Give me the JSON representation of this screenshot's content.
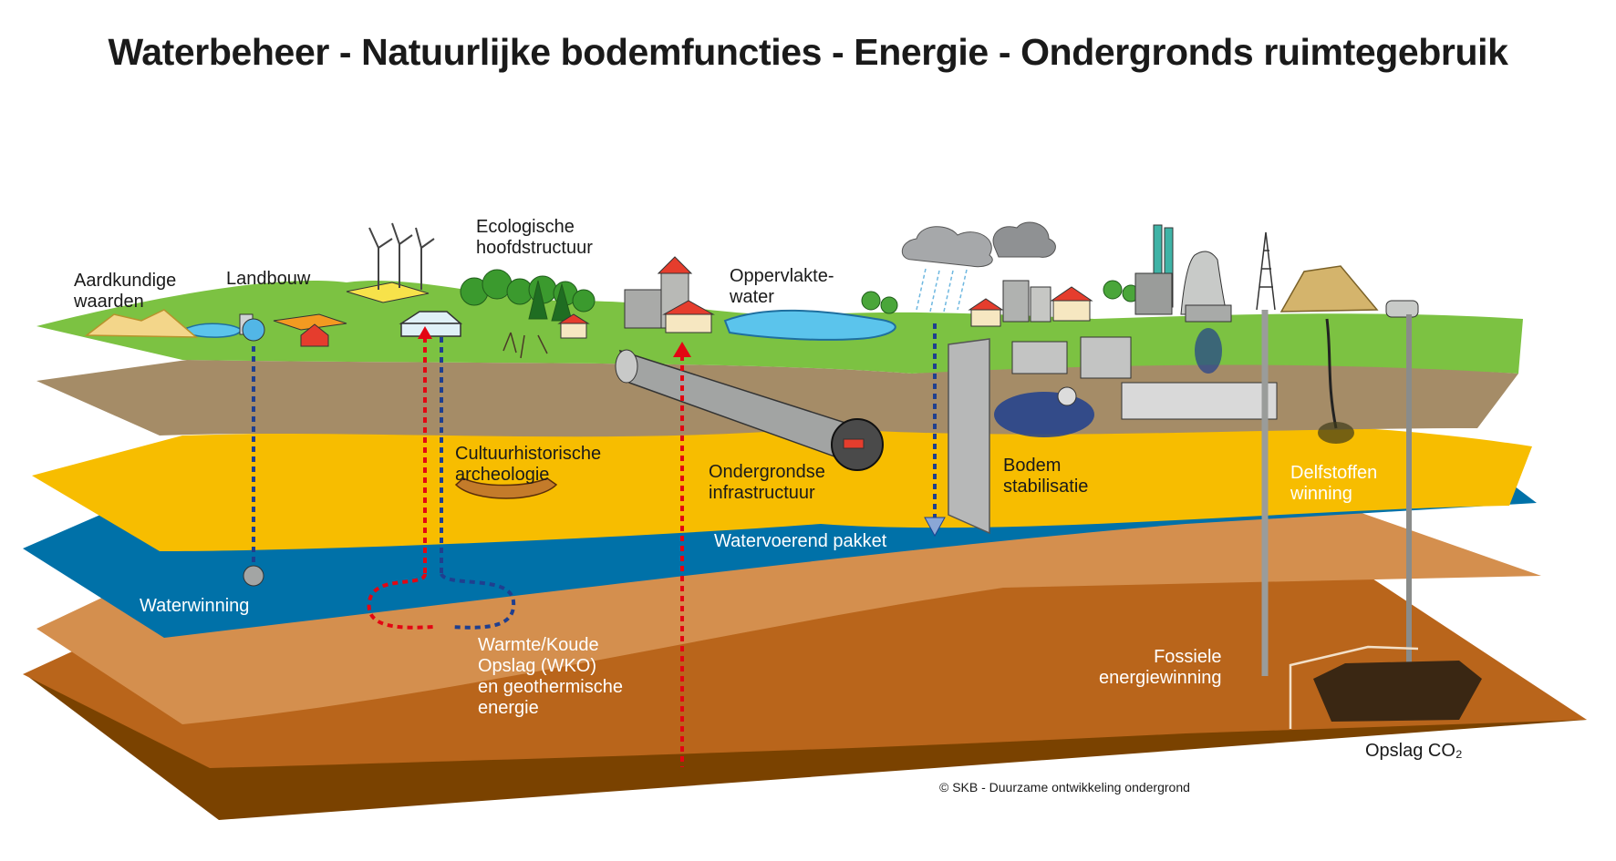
{
  "title": "Waterbeheer - Natuurlijke bodemfuncties - Energie - Ondergronds ruimtegebruik",
  "labels": {
    "aardkundige": "Aardkundige\nwaarden",
    "landbouw": "Landbouw",
    "ecologische": "Ecologische\nhoofdstructuur",
    "oppervlaktewater": "Oppervlakte-\nwater",
    "cultuurhistorische": "Cultuurhistorische\narcheologie",
    "ondergrondse": "Ondergrondse\ninfrastructuur",
    "bodem": "Bodem\nstabilisatie",
    "delfstoffen": "Delfstoffen\nwinning",
    "watervoerend": "Watervoerend pakket",
    "waterwinning": "Waterwinning",
    "wko": "Warmte/Koude\nOpslag (WKO)\nen geothermische\nenergie",
    "fossiele": "Fossiele\nenergiewinning",
    "opslag_co2": "Opslag CO₂"
  },
  "copyright": "© SKB - Duurzame ontwikkeling ondergrond",
  "colors": {
    "surface": "#7cc242",
    "topsoil": "#a58c67",
    "sand": "#f7bd00",
    "aquifer": "#0071a8",
    "clay_light": "#d48f4e",
    "clay_mid": "#b9651b",
    "deep": "#7a4200",
    "water": "#5bc4ec",
    "red_dotted": "#e30613",
    "blue_dotted": "#1f3f8f"
  }
}
